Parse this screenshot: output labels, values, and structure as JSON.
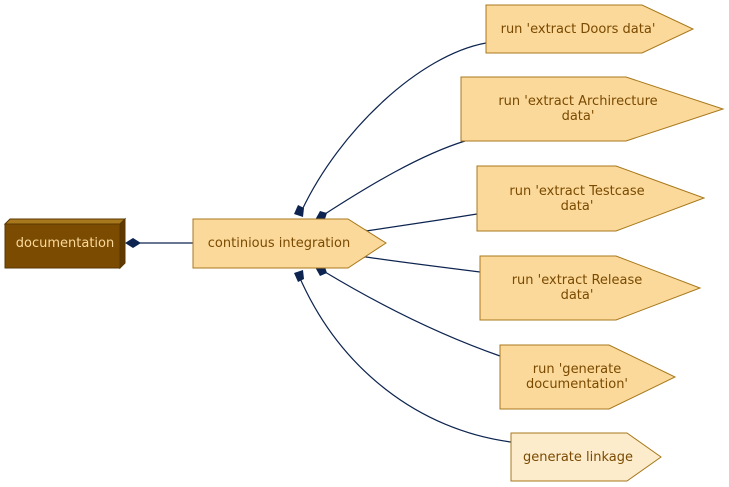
{
  "diagram": {
    "root": {
      "label": "documentation"
    },
    "hub": {
      "label": "continious integration"
    },
    "children": [
      {
        "lines": [
          "run 'extract Doors data'"
        ]
      },
      {
        "lines": [
          "run 'extract Archirecture",
          "data'"
        ]
      },
      {
        "lines": [
          "run 'extract Testcase",
          "data'"
        ]
      },
      {
        "lines": [
          "run 'extract Release",
          "data'"
        ]
      },
      {
        "lines": [
          "run 'generate",
          "documentation'"
        ]
      },
      {
        "lines": [
          "generate linkage"
        ]
      }
    ],
    "colors": {
      "root_fill": "#7a4b00",
      "root_text": "#fbd99b",
      "node_fill": "#fbd99b",
      "node_light_fill": "#fdeccc",
      "node_stroke": "#a8781c",
      "node_text": "#7a4a00",
      "edge": "#0d2450"
    }
  }
}
